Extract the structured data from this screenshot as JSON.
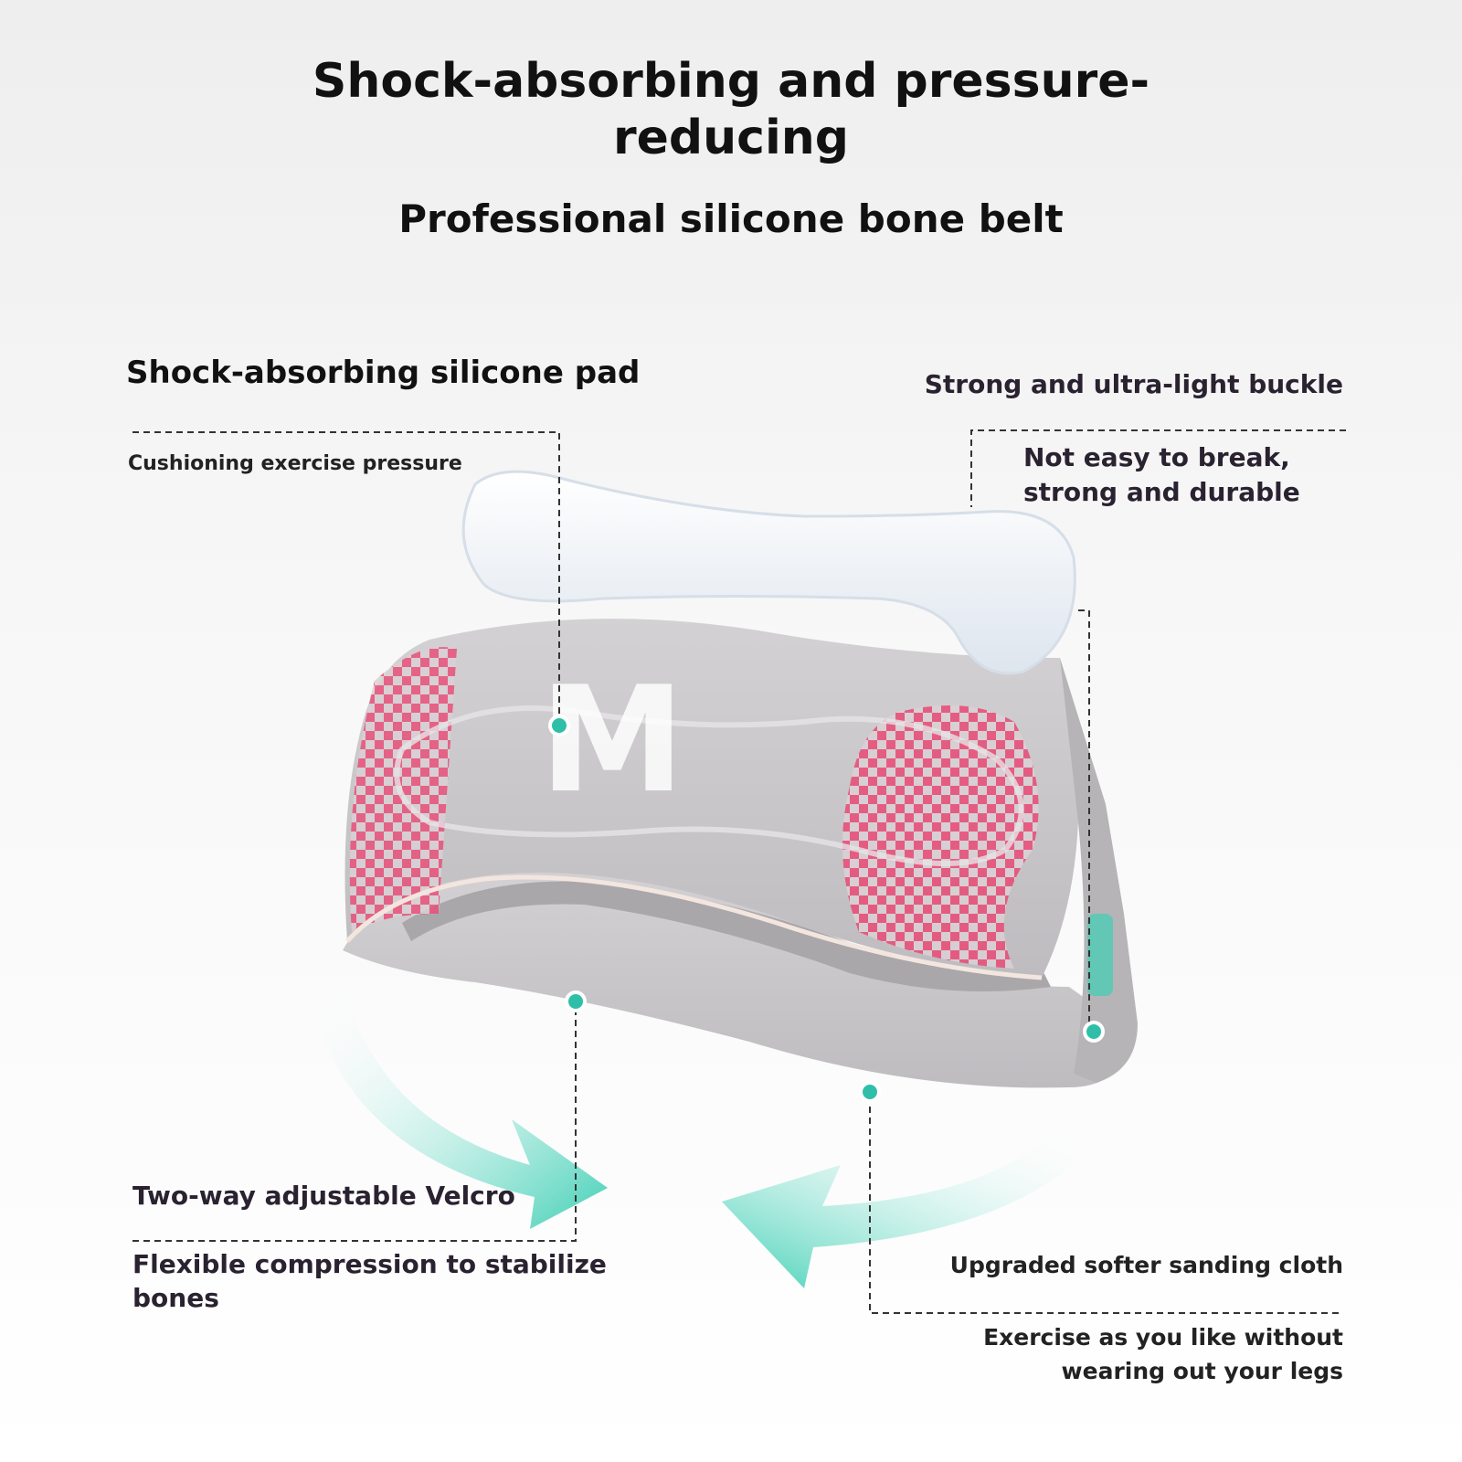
{
  "header": {
    "title_line1": "Shock-absorbing and pressure-",
    "title_line2": "reducing",
    "subtitle": "Professional silicone bone belt"
  },
  "callouts": {
    "silicone_pad": {
      "title": "Shock-absorbing silicone pad",
      "desc": "Cushioning exercise pressure"
    },
    "buckle": {
      "title": "Strong and ultra-light buckle",
      "desc_line1": "Not easy to break,",
      "desc_line2": "strong and durable"
    },
    "velcro": {
      "title": "Two-way adjustable Velcro",
      "desc_line1": "Flexible compression to stabilize",
      "desc_line2": "bones"
    },
    "cloth": {
      "title": "Upgraded softer sanding cloth",
      "desc_line1": "Exercise as you like without",
      "desc_line2": "wearing out your legs"
    }
  },
  "product": {
    "logo_letter": "M"
  },
  "colors": {
    "belt_gray": "#c9c7c9",
    "accent_pink": "#e8507a",
    "arrow_teal": "#3ecfb4",
    "dot_teal": "#2fbfa8",
    "pad_white": "#eef3f8"
  }
}
